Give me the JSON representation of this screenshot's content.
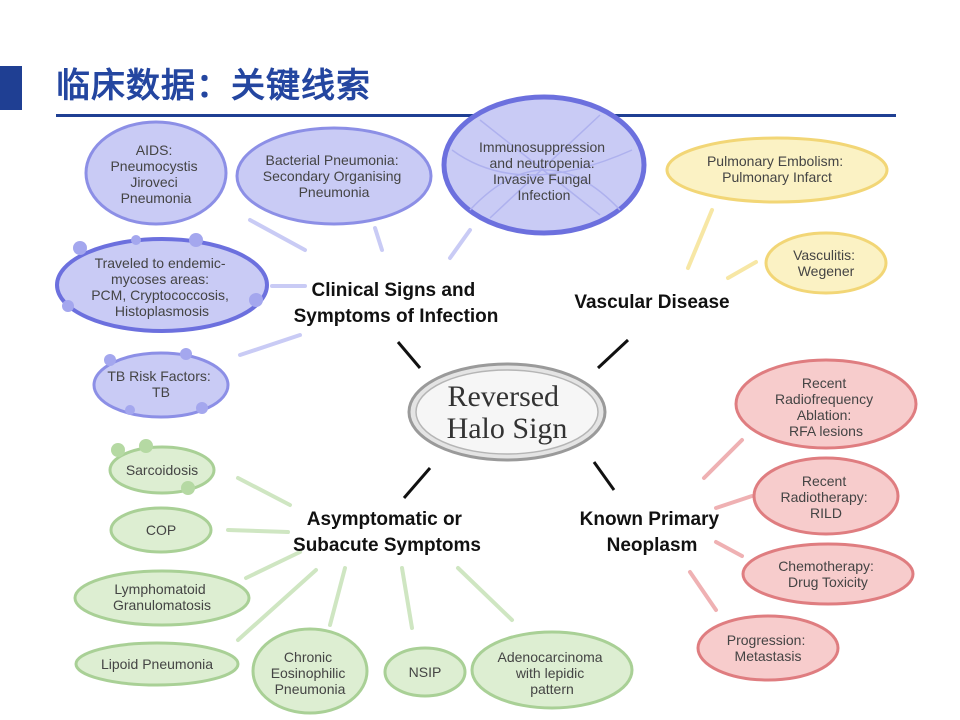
{
  "header": {
    "title": "临床数据：关键线索"
  },
  "center": {
    "lines": [
      "Reversed",
      "Halo Sign"
    ]
  },
  "categories": {
    "infection": {
      "lines": [
        "Clinical Signs and",
        "Symptoms of Infection"
      ]
    },
    "vascular": {
      "lines": [
        "Vascular Disease"
      ]
    },
    "asymptomatic": {
      "lines": [
        "Asymptomatic or",
        "Subacute Symptoms"
      ]
    },
    "neoplasm": {
      "lines": [
        "Known Primary",
        "Neoplasm"
      ]
    }
  },
  "colors": {
    "blue_fill": "#c9cbf5",
    "blue_stroke": "#8c8fe6",
    "yellow_fill": "#fbf2c4",
    "yellow_stroke": "#f2d676",
    "green_fill": "#ddeed2",
    "green_stroke": "#a9d096",
    "red_fill": "#f7cccc",
    "red_stroke": "#df7d80",
    "title": "#2446a0",
    "accent": "#1f3f93"
  },
  "nodes": {
    "aids": {
      "lines": [
        "AIDS:",
        "Pneumocystis",
        "Jiroveci",
        "Pneumonia"
      ]
    },
    "bacterial": {
      "lines": [
        "Bacterial Pneumonia:",
        "Secondary Organising",
        "Pneumonia"
      ]
    },
    "immuno": {
      "lines": [
        "Immunosuppression",
        "and neutropenia:",
        "Invasive Fungal",
        "Infection"
      ]
    },
    "travel": {
      "lines": [
        "Traveled to endemic-",
        "mycoses areas:",
        "PCM, Cryptococcosis,",
        "Histoplasmosis"
      ]
    },
    "tb": {
      "lines": [
        "TB Risk Factors:",
        "TB"
      ]
    },
    "embolism": {
      "lines": [
        "Pulmonary Embolism:",
        "Pulmonary Infarct"
      ]
    },
    "vasculitis": {
      "lines": [
        "Vasculitis:",
        "Wegener"
      ]
    },
    "sarcoidosis": {
      "lines": [
        "Sarcoidosis"
      ]
    },
    "cop": {
      "lines": [
        "COP"
      ]
    },
    "lymphomatoid": {
      "lines": [
        "Lymphomatoid",
        "Granulomatosis"
      ]
    },
    "lipoid": {
      "lines": [
        "Lipoid Pneumonia"
      ]
    },
    "chronic": {
      "lines": [
        "Chronic",
        "Eosinophilic",
        "Pneumonia"
      ]
    },
    "nsip": {
      "lines": [
        "NSIP"
      ]
    },
    "adeno": {
      "lines": [
        "Adenocarcinoma",
        "with lepidic",
        "pattern"
      ]
    },
    "rfa": {
      "lines": [
        "Recent",
        "Radiofrequency",
        "Ablation:",
        "RFA lesions"
      ]
    },
    "radiotherapy": {
      "lines": [
        "Recent",
        "Radiotherapy:",
        "RILD"
      ]
    },
    "chemo": {
      "lines": [
        "Chemotherapy:",
        "Drug Toxicity"
      ]
    },
    "progression": {
      "lines": [
        "Progression:",
        "Metastasis"
      ]
    }
  }
}
